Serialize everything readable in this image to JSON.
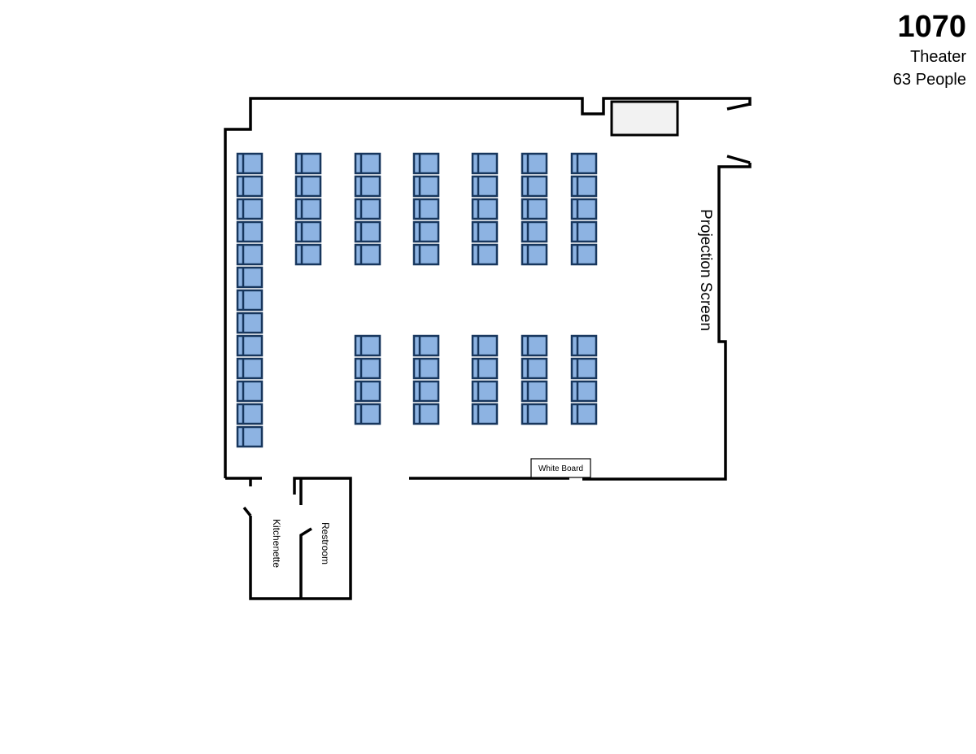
{
  "room": {
    "number": "1070",
    "layout": "Theater",
    "capacity": "63 People"
  },
  "labels": {
    "projection_screen": "Projection Screen",
    "white_board": "White Board",
    "kitchenette": "Kitchenette",
    "restroom": "Restroom"
  },
  "colors": {
    "chair_fill": "#8db3e2",
    "chair_outline": "#17365d",
    "wall": "#000000"
  },
  "seating": {
    "left_column_seats": 13,
    "front_block_rows": 5,
    "front_block_columns": 6,
    "back_block_rows": 4,
    "back_block_columns": 5
  }
}
